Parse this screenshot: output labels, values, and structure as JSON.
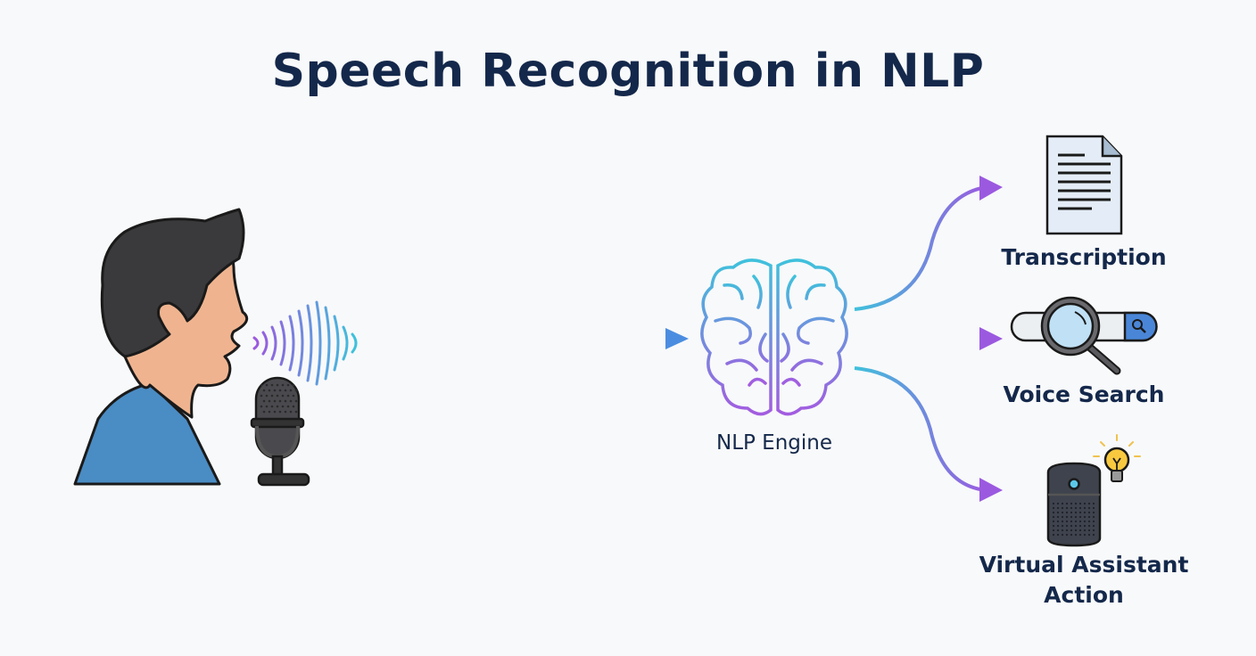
{
  "title": "Speech Recognition in NLP",
  "engine_label": "NLP Engine",
  "outputs": [
    {
      "label": "Transcription",
      "icon": "document-icon"
    },
    {
      "label": "Voice Search",
      "icon": "search-bar-icon"
    },
    {
      "label_line1": "Virtual Assistant",
      "label_line2": "Action",
      "icon": "smart-speaker-icon"
    }
  ],
  "colors": {
    "title": "#14284b",
    "cyan": "#3fc1dc",
    "purple": "#9b59e0",
    "shirt": "#4a8cc4",
    "skin": "#efb48f",
    "hair": "#3a3a3c"
  }
}
